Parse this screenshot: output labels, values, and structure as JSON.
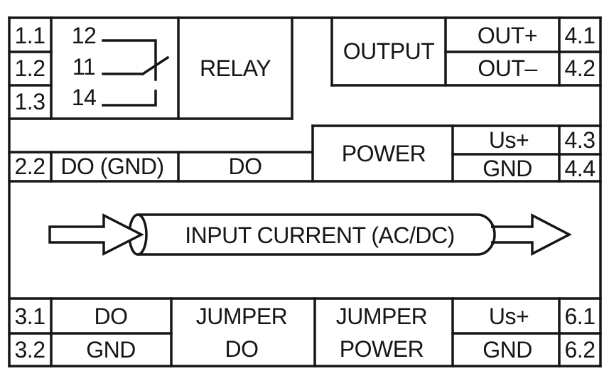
{
  "relay_section": {
    "terminals": [
      "1.1",
      "1.2",
      "1.3"
    ],
    "contact_labels": [
      "12",
      "11",
      "14"
    ],
    "relay_label": "RELAY"
  },
  "output_section": {
    "label": "OUTPUT",
    "rows": [
      {
        "signal": "OUT+",
        "terminal": "4.1"
      },
      {
        "signal": "OUT–",
        "terminal": "4.2"
      }
    ]
  },
  "do_row": {
    "terminal": "2.2",
    "do_gnd_label": "DO (GND)",
    "do_label": "DO"
  },
  "power_section": {
    "label": "POWER",
    "rows": [
      {
        "signal": "Us+",
        "terminal": "4.3"
      },
      {
        "signal": "GND",
        "terminal": "4.4"
      }
    ]
  },
  "input_section": {
    "label": "INPUT CURRENT (AC/DC)"
  },
  "bottom_section": {
    "left_rows": [
      {
        "terminal": "3.1",
        "signal": "DO"
      },
      {
        "terminal": "3.2",
        "signal": "GND"
      }
    ],
    "jumper_do": {
      "line1": "JUMPER",
      "line2": "DO"
    },
    "jumper_power": {
      "line1": "JUMPER",
      "line2": "POWER"
    },
    "right_rows": [
      {
        "signal": "Us+",
        "terminal": "6.1"
      },
      {
        "signal": "GND",
        "terminal": "6.2"
      }
    ]
  },
  "colors": {
    "line": "#161616",
    "background": "#ffffff"
  }
}
